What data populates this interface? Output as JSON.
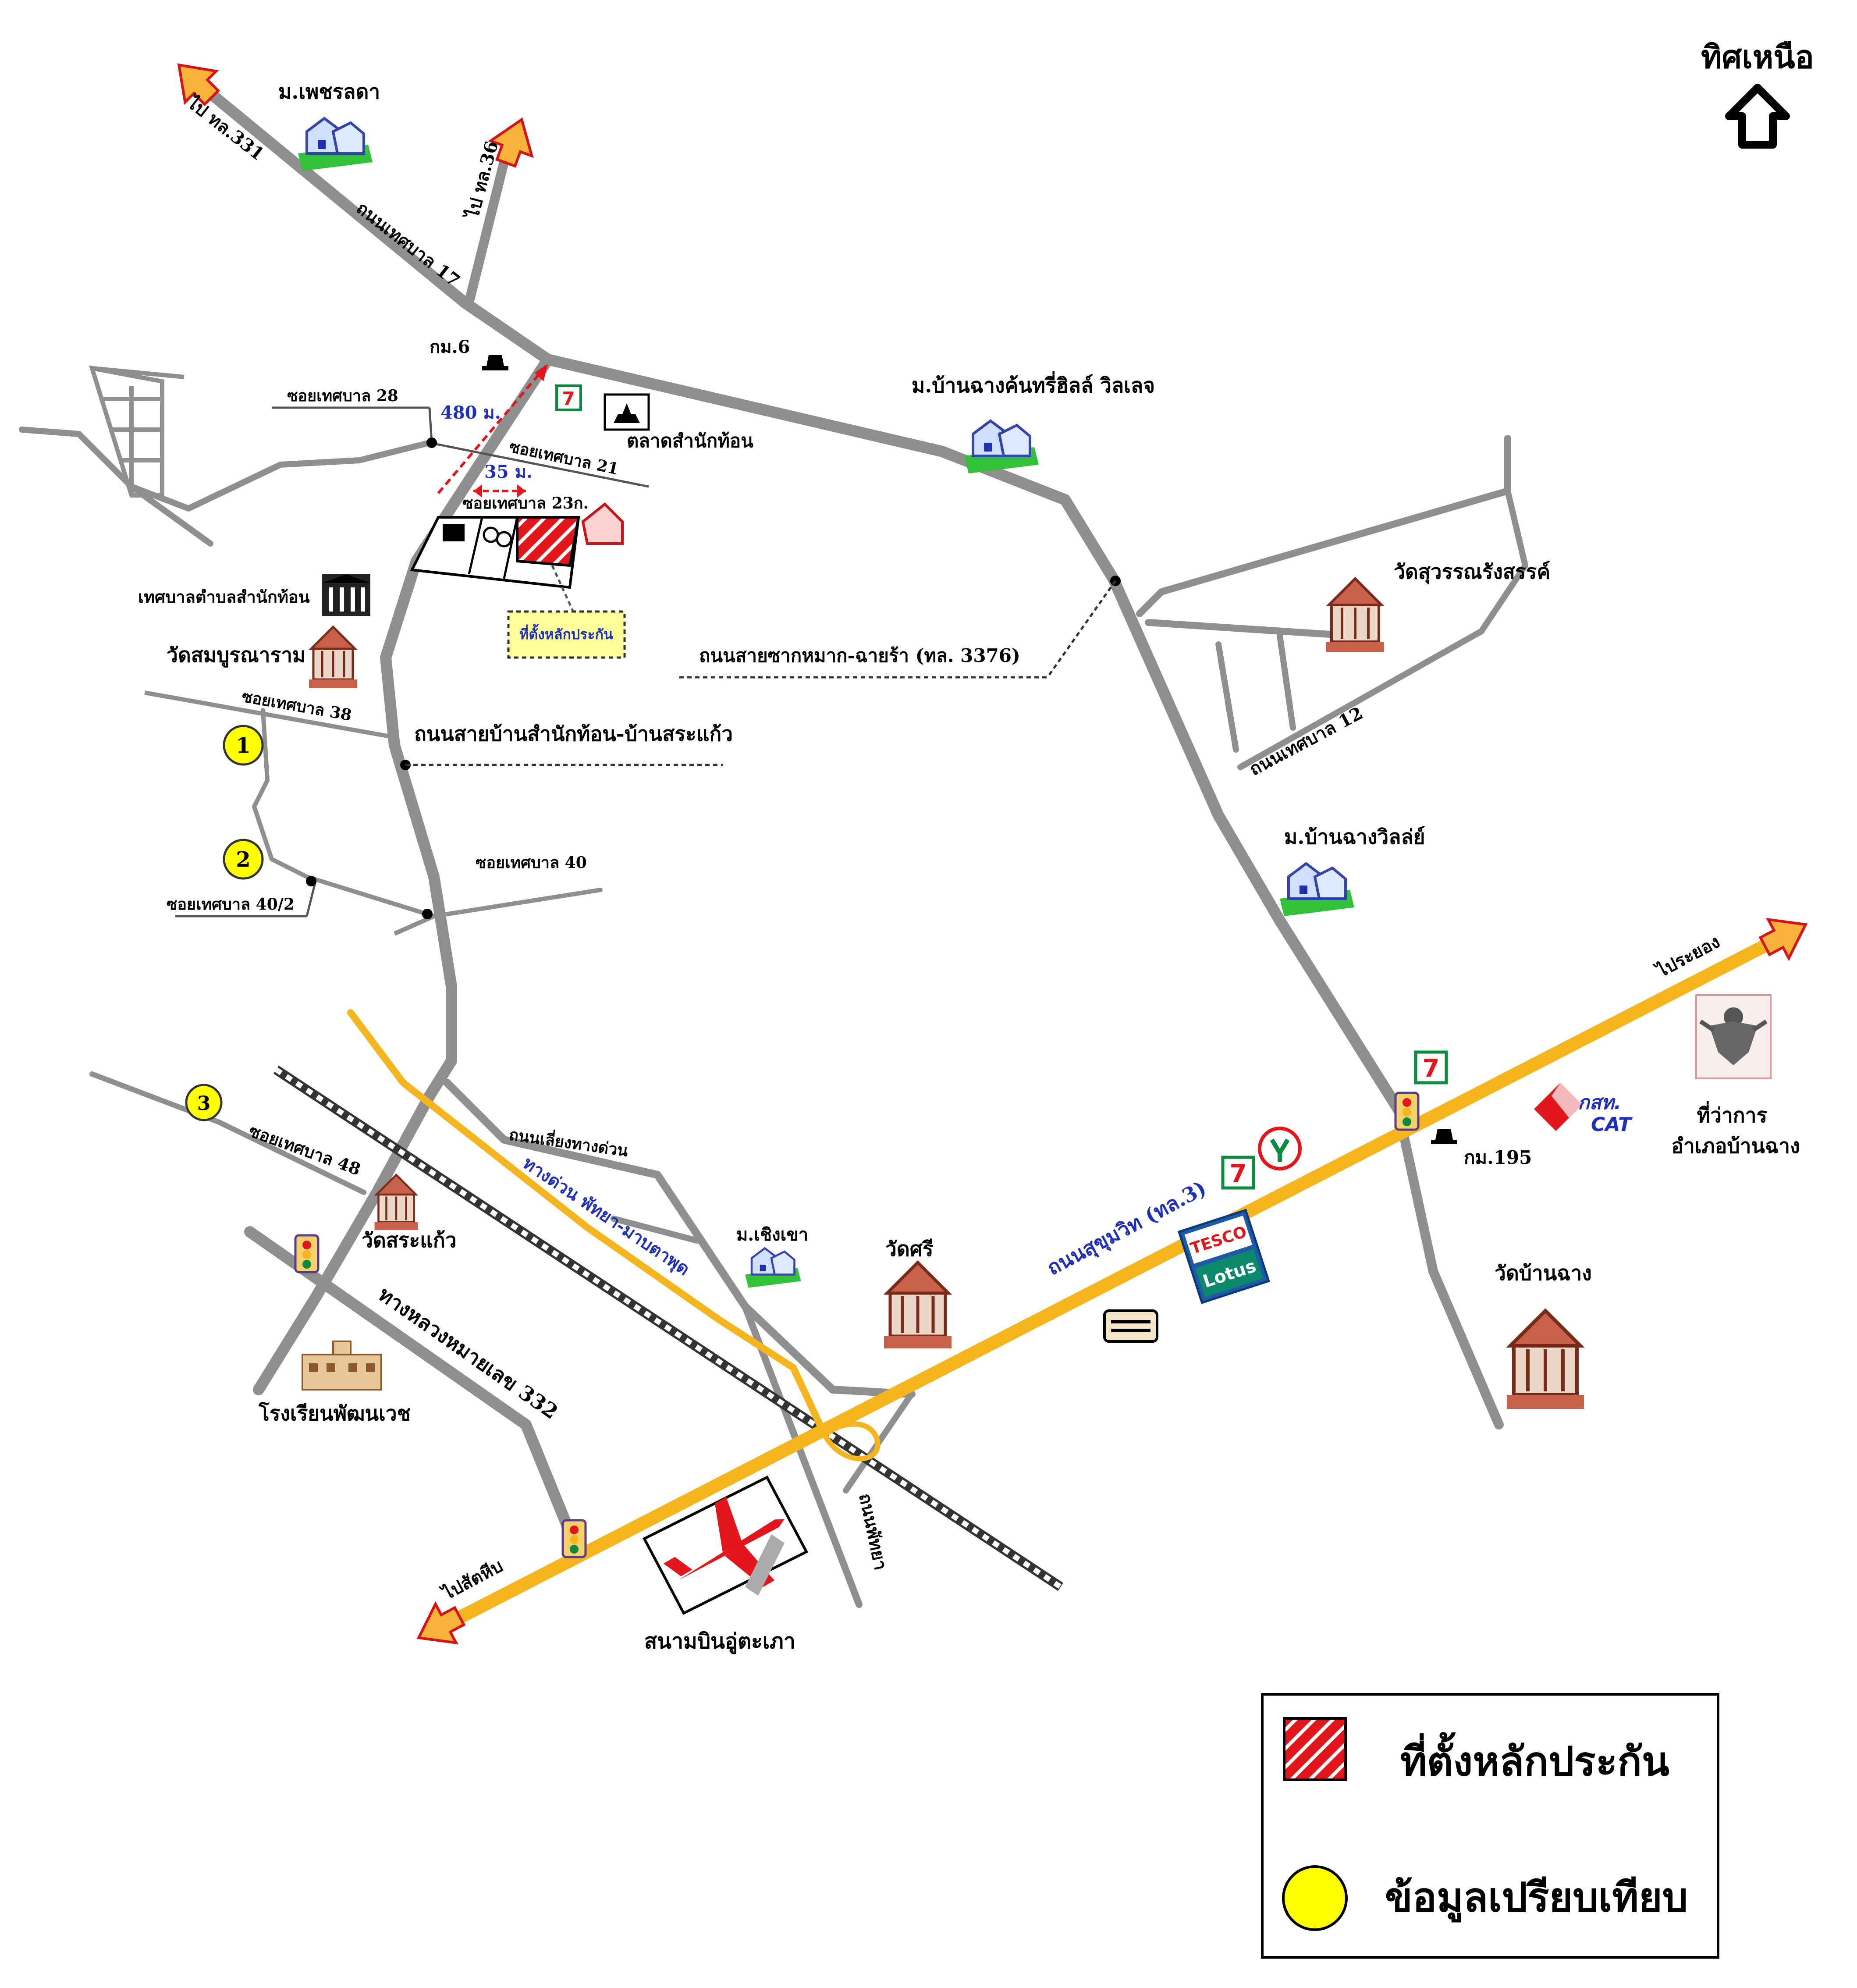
{
  "north": {
    "label": "ทิศเหนือ"
  },
  "villages": {
    "petchlada": "ม.เพชรลดา",
    "banchang_hills": "ม.บ้านฉางค้นทรี่ฮิลล์ วิลเลจ",
    "banchang_villa": "ม.บ้านฉางวิลล่ย์",
    "choengkhao": "ม.เชิงเขา"
  },
  "directions": {
    "to_3191": "ไป ทล.331",
    "to_36": "ไป ทล.36",
    "to_rayong": "ไประยอง",
    "to_sattahip": "ไปสัตหีบ",
    "pattaya_dir": "ถนนพัทยา"
  },
  "roads": {
    "thetsaban17": "ถนนเทศบาล 17",
    "soi28": "ซอยเทศบาล 28",
    "soi21": "ซอยเทศบาล 21",
    "soi23g": "ซอยเทศบาล 23ก.",
    "soi38": "ซอยเทศบาล 38",
    "samnak_road": "ถนนสายบ้านสำนักท้อน-บ้านสระแก้ว",
    "soi40": "ซอยเทศบาล 40",
    "soi40_2": "ซอยเทศบาล 40/2",
    "soi48": "ซอยเทศบาล 48",
    "hwy332": "ทางหลวงหมายเลข 332",
    "bypass": "ถนนเลี่ยงทางด่วน",
    "motorway": "ทางด่วน พัทยา-มาบตาพุด",
    "sukhumvit": "ถนนสุขุมวิท (ทล.3)",
    "hwy3376": "ถนนสายซากหมาก-ฉายร้า (ทล. 3376)",
    "thetsaban12": "ถนนเทศบาล 12"
  },
  "distances": {
    "d480": "480 ม.",
    "d35": "35 ม."
  },
  "markers": {
    "km6": "กม.6",
    "km195": "กม.195"
  },
  "places": {
    "market": "ตลาดสำนักท้อน",
    "municipality": "เทศบาลตำบลสำนักท้อน",
    "wat_somboon": "วัดสมบูรณาราม",
    "wat_suwan": "วัดสุวรรณรังสรรค์",
    "wat_srakaew": "วัดสระแก้ว",
    "wat_sri": "วัดศรี",
    "wat_banchang": "วัดบ้านฉาง",
    "school": "โรงเรียนพัฒนเวช",
    "airport": "สนามบินอู่ตะเภา",
    "district_office": "ที่ว่าการ\nอำเภอบ้านฉาง",
    "cat_name": "กสท.",
    "cat_en": "CAT",
    "tesco": "TESCO",
    "lotus": "Lotus",
    "property_callout": "ที่ตั้งหลักประกัน"
  },
  "comparables": [
    "1",
    "2",
    "3"
  ],
  "legend": {
    "collateral": "ที่ตั้งหลักประกัน",
    "comparison": "ข้อมูลเปรียบเทียบ"
  },
  "colors": {
    "road": "#8f8f8f",
    "highway": "#f4b51f",
    "collateral": "#e2161b",
    "comparison": "#ffff00",
    "arrow": "#f7b23a",
    "blue_text": "#1f2fb8"
  }
}
